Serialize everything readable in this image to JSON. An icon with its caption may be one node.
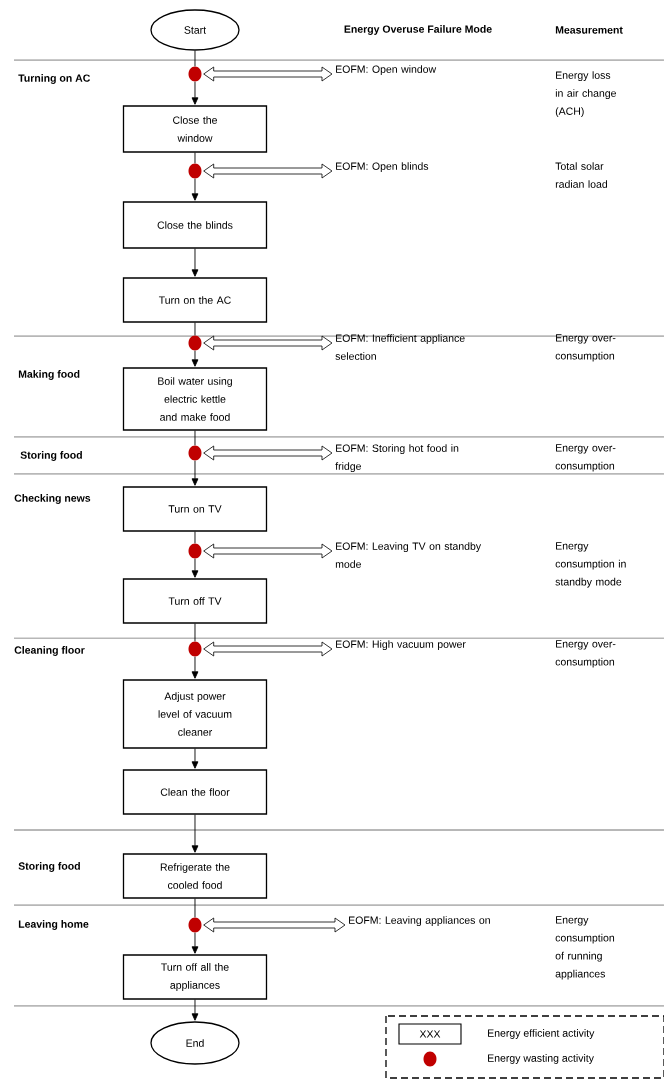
{
  "diagram": {
    "nodes": [
      {
        "text": [
          "Start"
        ]
      },
      {
        "text": [],
        "shape": "circle"
      },
      {
        "text": [
          "EOFM: Open window"
        ]
      },
      {
        "text": [
          "Close the window"
        ]
      },
      {
        "text": [],
        "shape": "circle"
      },
      {
        "text": [
          "EOFM: Open blinds"
        ]
      },
      {
        "text": [
          "Close the blinds"
        ]
      },
      {
        "text": [
          "Turn on the AC"
        ]
      },
      {
        "text": [],
        "shape": "circle"
      },
      {
        "text": [
          "EOFM: Inefficient appliance selection"
        ]
      },
      {
        "text": [
          "Boil water using electric kettle and make food"
        ]
      },
      {
        "text": [],
        "shape": "circle"
      },
      {
        "text": [
          "EOFM: Storing hot food in fridge"
        ]
      },
      {
        "text": [
          "Turn on TV"
        ]
      },
      {
        "text": [],
        "shape": "circle"
      },
      {
        "text": [
          "EOFM: Leaving TV on standby mode"
        ]
      },
      {
        "text": [
          "Turn off TV"
        ]
      },
      {
        "text": [],
        "shape": "circle"
      },
      {
        "text": [
          "EOFM: High vacuum power"
        ]
      },
      {
        "text": [
          "Adjust power level of vacuum cleaner"
        ]
      },
      {
        "text": [
          "Clean the floor"
        ]
      },
      {
        "text": [
          "Refrigerate the cooled food"
        ]
      },
      {
        "text": [],
        "shape": "circle"
      },
      {
        "text": [
          "EOFM: Leaving appliances on"
        ]
      },
      {
        "text": [
          "Turn off all the appliances"
        ]
      },
      {
        "text": [
          "End"
        ]
      }
    ],
    "edges": [
      {
        "from": 0,
        "to": 1,
        "arrow": "none"
      },
      {
        "from": 1,
        "to": 2,
        "arrow": "both",
        "style": "thick"
      },
      {
        "from": 1,
        "to": 3,
        "arrow": "to"
      },
      {
        "from": 3,
        "to": 4,
        "arrow": "none"
      },
      {
        "from": 4,
        "to": 5,
        "arrow": "both",
        "style": "thick"
      },
      {
        "from": 4,
        "to": 6,
        "arrow": "to"
      },
      {
        "from": 6,
        "to": 7,
        "arrow": "to"
      },
      {
        "from": 7,
        "to": 8,
        "arrow": "none"
      },
      {
        "from": 8,
        "to": 9,
        "arrow": "both",
        "style": "thick"
      },
      {
        "from": 8,
        "to": 10,
        "arrow": "to"
      },
      {
        "from": 10,
        "to": 11,
        "arrow": "none"
      },
      {
        "from": 11,
        "to": 12,
        "arrow": "both",
        "style": "thick"
      },
      {
        "from": 11,
        "to": 13,
        "arrow": "to"
      },
      {
        "from": 13,
        "to": 14,
        "arrow": "none"
      },
      {
        "from": 14,
        "to": 15,
        "arrow": "both",
        "style": "thick"
      },
      {
        "from": 14,
        "to": 16,
        "arrow": "to"
      },
      {
        "from": 16,
        "to": 17,
        "arrow": "none"
      },
      {
        "from": 17,
        "to": 18,
        "arrow": "both",
        "style": "thick"
      },
      {
        "from": 17,
        "to": 19,
        "arrow": "to"
      },
      {
        "from": 19,
        "to": 20,
        "arrow": "to"
      },
      {
        "from": 20,
        "to": 21,
        "arrow": "to"
      },
      {
        "from": 21,
        "to": 22,
        "arrow": "none"
      },
      {
        "from": 22,
        "to": 23,
        "arrow": "both",
        "style": "thick"
      },
      {
        "from": 22,
        "to": 24,
        "arrow": "to"
      },
      {
        "from": 24,
        "to": 25,
        "arrow": "to"
      }
    ],
    "labels": [
      "Energy Overuse Failure Mode",
      "Measurement",
      "Turning on AC",
      "Energy loss in air change (ACH)",
      "Total solar radian load",
      "Energy over-consumption",
      "Making food",
      "Storing food",
      "Energy over-consumption",
      "Checking news",
      "Energy consumption in standby mode",
      "Cleaning floor",
      "Energy over-consumption",
      "Storing food",
      "Leaving home",
      "Energy consumption of running appliances",
      "XXX"
    ],
    "legend": [
      {
        "text": "Energy efficient activity"
      },
      {
        "text": "Energy wasting activity",
        "color": "#c00000"
      }
    ]
  }
}
